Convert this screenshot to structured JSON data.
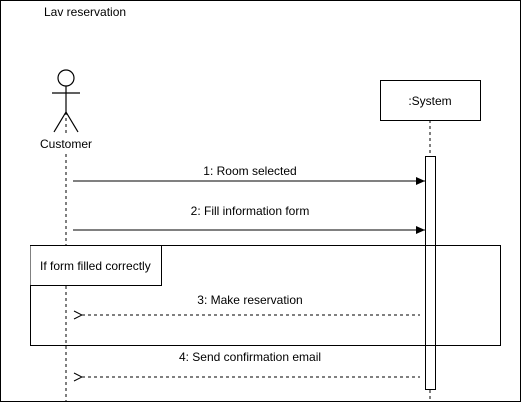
{
  "diagram": {
    "title": "Lav reservation",
    "actor": {
      "label": "Customer"
    },
    "system": {
      "label": ":System"
    },
    "messages": [
      {
        "number": 1,
        "text": "1: Room selected",
        "kind": "sync"
      },
      {
        "number": 2,
        "text": "2: Fill information form",
        "kind": "sync"
      },
      {
        "number": 3,
        "text": "3: Make reservation",
        "kind": "return"
      },
      {
        "number": 4,
        "text": "4: Send confirmation email",
        "kind": "return"
      }
    ],
    "fragment": {
      "label": "If form filled correctly"
    }
  },
  "colors": {
    "stroke": "#000000",
    "background": "#ffffff"
  }
}
